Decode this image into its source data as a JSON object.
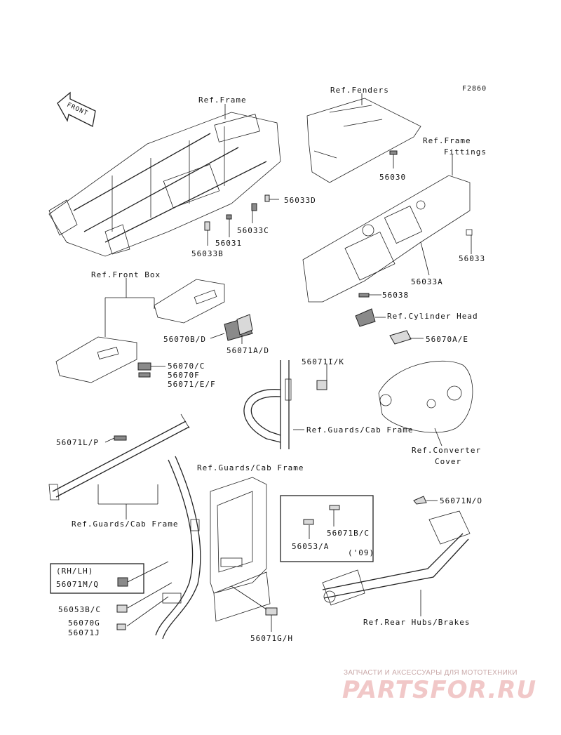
{
  "diagram": {
    "figure_code": "F2860",
    "front_label": "FRONT",
    "labels": {
      "ref_frame": "Ref.Frame",
      "ref_fenders": "Ref.Fenders",
      "ref_frame_fittings_1": "Ref.Frame",
      "ref_frame_fittings_2": "Fittings",
      "p56030": "56030",
      "p56033d": "56033D",
      "p56033c": "56033C",
      "p56031": "56031",
      "p56033b": "56033B",
      "p56033": "56033",
      "p56033a": "56033A",
      "ref_front_box": "Ref.Front Box",
      "p56038": "56038",
      "ref_cylinder_head": "Ref.Cylinder Head",
      "p56070bd": "56070B/D",
      "p56071ad": "56071A/D",
      "p56070ae": "56070A/E",
      "p56070c": "56070/C",
      "p56070f": "56070F",
      "p56071ef": "56071/E/F",
      "p56071ik": "56071I/K",
      "ref_guards_cab_frame_1": "Ref.Guards/Cab Frame",
      "p56071lp": "56071L/P",
      "ref_converter_cover_1": "Ref.Converter",
      "ref_converter_cover_2": "Cover",
      "ref_guards_cab_frame_2": "Ref.Guards/Cab Frame",
      "p56071no": "56071N/O",
      "ref_guards_cab_frame_3": "Ref.Guards/Cab Frame",
      "p56071bc": "56071B/C",
      "p56053a": "56053/A",
      "year_09": "('09)",
      "rh_lh": "(RH/LH)",
      "p56071mq": "56071M/Q",
      "p56053bc": "56053B/C",
      "p56070g": "56070G",
      "p56071j": "56071J",
      "p56071gh": "56071G/H",
      "ref_rear_hubs_brakes": "Ref.Rear Hubs/Brakes"
    }
  },
  "watermark": {
    "caption": "ЗАПЧАСТИ И АКСЕССУАРЫ ДЛЯ МОТОТЕХНИКИ",
    "logo": "PARTSFOR.RU"
  }
}
